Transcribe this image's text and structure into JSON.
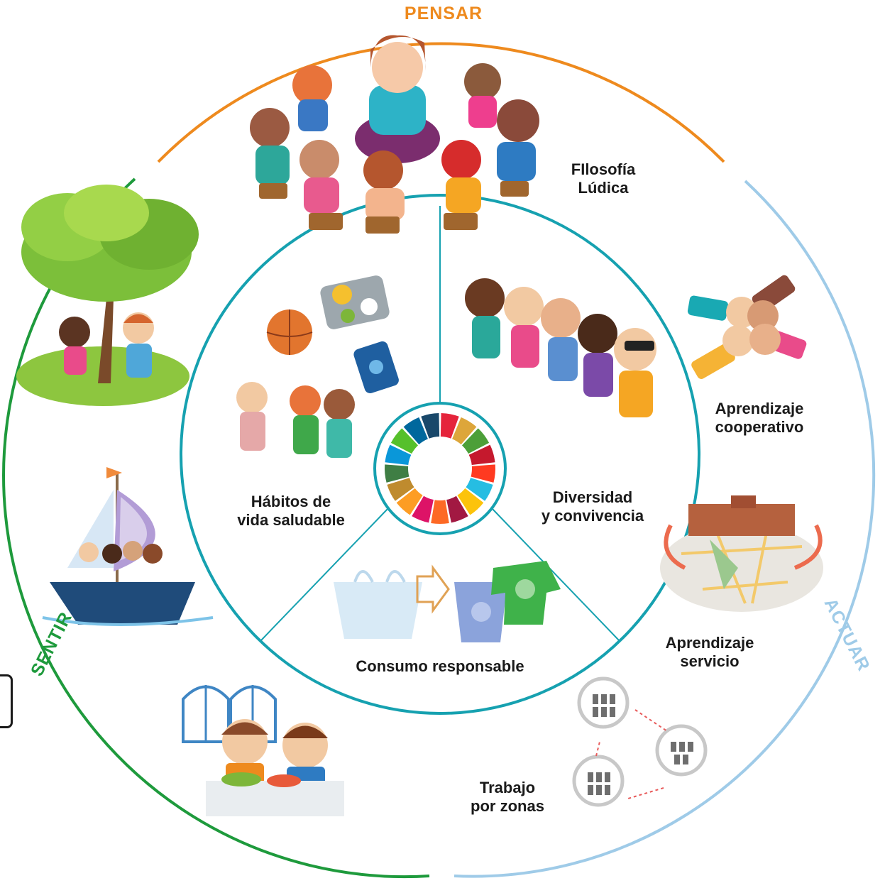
{
  "titles": {
    "pensar": "PENSAR",
    "sentir": "SENTIR",
    "actuar": "ACTUAR"
  },
  "labels": {
    "filosofia": [
      "FIlosofía",
      "Lúdica"
    ],
    "cooperativo": [
      "Aprendizaje",
      "cooperativo"
    ],
    "servicio": [
      "Aprendizaje",
      "servicio"
    ],
    "zonas": [
      "Trabajo",
      "por zonas"
    ],
    "diversidad": [
      "Diversidad",
      "y convivencia"
    ],
    "habitos": [
      "Hábitos de",
      "vida saludable"
    ],
    "consumo": "Consumo responsable"
  },
  "colors": {
    "pensar": "#EE8A1E",
    "sentir": "#1E9A3C",
    "actuar": "#9FCBE8",
    "inner_ring": "#16A1B0",
    "sdg_wheel": [
      "#E5243B",
      "#DDA63A",
      "#4C9F38",
      "#C5192D",
      "#FF3A21",
      "#26BDE2",
      "#FCC30B",
      "#A21942",
      "#FD6925",
      "#DD1367",
      "#FD9D24",
      "#BF8B2E",
      "#3F7E44",
      "#0A97D9",
      "#56C02B",
      "#00689D",
      "#19486A"
    ]
  },
  "icons": {
    "pensar": "children-circle-teacher-illustration",
    "sentir_1": "children-under-tree-illustration",
    "sentir_2": "children-sailboat-illustration",
    "sentir_3": "children-eating-illustration",
    "actuar_1": "fist-bump-hands-icon",
    "actuar_2": "school-map-icon",
    "actuar_3": "group-zones-icon",
    "inner_1": "healthy-habits-illustration",
    "inner_2": "diverse-children-illustration",
    "inner_3": "bag-to-reusable-illustration",
    "center": "sdg-wheel-icon"
  }
}
